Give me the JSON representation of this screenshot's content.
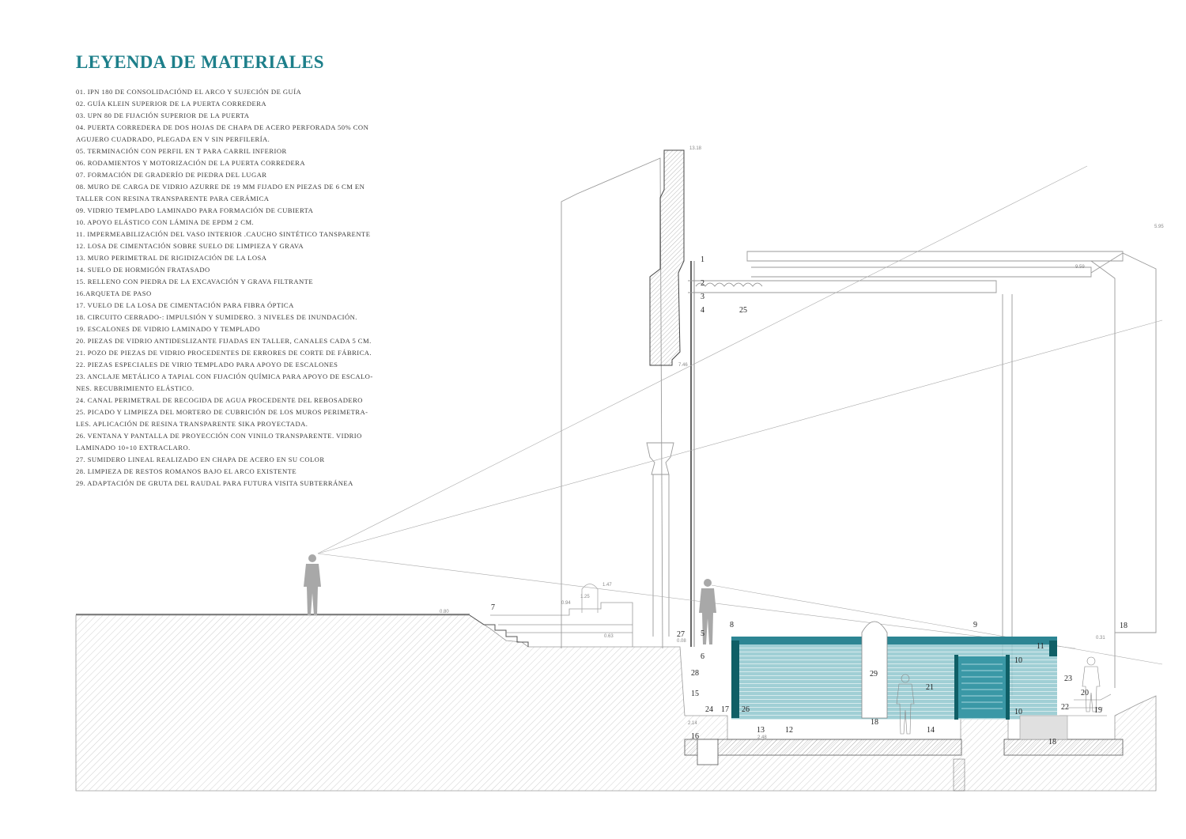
{
  "legend": {
    "title": "LEYENDA DE MATERIALES",
    "items": [
      "01. IPN 180 DE CONSOLIDACIÓND EL ARCO Y SUJECIÓN DE GUÍA",
      "02. GUÍA KLEIN SUPERIOR DE LA PUERTA CORREDERA",
      "03. UPN 80 DE FIJACIÓN SUPERIOR DE LA PUERTA",
      "04. PUERTA CORREDERA DE DOS HOJAS DE CHAPA DE ACERO PERFORADA 50% CON",
      "AGUJERO CUADRADO, PLEGADA EN V SIN PERFILERÍA.",
      "05. TERMINACIÓN CON PERFIL EN T PARA CARRIL INFERIOR",
      "06. RODAMIENTOS Y MOTORIZACIÓN DE LA PUERTA CORREDERA",
      "07. FORMACIÓN DE GRADERÍO DE PIEDRA DEL LUGAR",
      "08. MURO DE CARGA DE VIDRIO AZURRE DE 19 MM FIJADO EN PIEZAS DE 6 CM EN",
      "TALLER CON RESINA TRANSPARENTE PARA CERÁMICA",
      "09. VIDRIO TEMPLADO LAMINADO PARA FORMACIÓN DE CUBIERTA",
      "10. APOYO ELÁSTICO CON LÁMINA DE EPDM 2 CM.",
      "11. IMPERMEABILIZACIÓN DEL VASO INTERIOR .CAUCHO SINTÉTICO TANSPARENTE",
      "12. LOSA DE CIMENTACIÓN SOBRE SUELO DE LIMPIEZA Y GRAVA",
      "13. MURO PERIMETRAL DE RIGIDIZACIÓN  DE LA LOSA",
      "14. SUELO DE HORMIGÓN FRATASADO",
      "15. RELLENO CON PIEDRA DE LA EXCAVACIÓN Y GRAVA FILTRANTE",
      "16.ARQUETA DE PASO",
      "17. VUELO DE LA LOSA DE CIMENTACIÓN PARA FIBRA ÓPTICA",
      "18. CIRCUITO CERRADO-: IMPULSIÓN Y SUMIDERO. 3 NIVELES DE INUNDACIÓN.",
      "19. ESCALONES DE VIDRIO LAMINADO Y TEMPLADO",
      "20. PIEZAS DE VIDRIO ANTIDESLIZANTE FIJADAS EN TALLER, CANALES CADA 5 CM.",
      "21. POZO DE PIEZAS DE VIDRIO PROCEDENTES DE ERRORES DE CORTE DE FÁBRICA.",
      "22. PIEZAS ESPECIALES DE VIRIO TEMPLADO PARA APOYO DE ESCALONES",
      "23. ANCLAJE METÁLICO A TAPIAL CON FIJACIÓN QUÍMICA PARA APOYO DE ESCALO-",
      "NES. RECUBRIMIENTO ELÁSTICO.",
      "24. CANAL PERIMETRAL DE RECOGIDA DE AGUA PROCEDENTE DEL REBOSADERO",
      "25. PICADO Y LIMPIEZA DEL MORTERO DE CUBRICIÓN DE LOS MUROS PERIMETRA-",
      "LES. APLICACIÓN DE RESINA TRANSPARENTE SIKA PROYECTADA.",
      "26. VENTANA Y PANTALLA DE PROYECCIÓN CON VINILO TRANSPARENTE. VIDRIO",
      "LAMINADO 10+10 EXTRACLARO.",
      "27. SUMIDERO LINEAL REALIZADO EN CHAPA DE ACERO EN SU COLOR",
      "28. LIMPIEZA DE RESTOS ROMANOS BAJO EL ARCO EXISTENTE",
      "29. ADAPTACIÓN DE GRUTA DEL RAUDAL PARA FUTURA VISITA SUBTERRÁNEA"
    ]
  },
  "section": {
    "colors": {
      "glass": "#3a98a6",
      "glass_dark": "#0f5f66",
      "accent": "#1d7f8a",
      "line": "#9a9a9a",
      "hatch": "#bdbdbd"
    },
    "labels": [
      "1",
      "2",
      "3",
      "4",
      "5",
      "6",
      "7",
      "8",
      "9",
      "10",
      "10",
      "11",
      "12",
      "13",
      "14",
      "15",
      "16",
      "17",
      "18",
      "18",
      "18",
      "19",
      "20",
      "21",
      "22",
      "23",
      "24",
      "25",
      "26",
      "27",
      "28",
      "29"
    ],
    "dimensions": [
      "13.18",
      "7.46",
      "5.95",
      "9.59",
      "1.47",
      "1.25",
      "0.94",
      "0.80",
      "0.63",
      "0.08",
      "0.31",
      "2.14",
      "2.48"
    ]
  }
}
